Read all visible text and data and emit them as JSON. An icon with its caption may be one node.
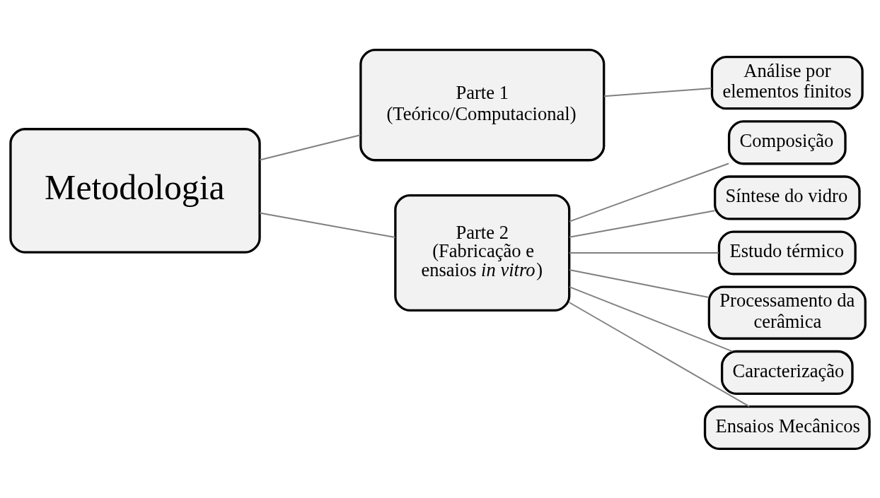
{
  "diagram": {
    "nodes": [
      {
        "text": [
          "Metodologia"
        ]
      },
      {
        "text": [
          "Parte 1",
          "(Teórico/Computacional)"
        ]
      },
      {
        "text": [
          "Parte 2",
          "(Fabricação e ensaios *in vitro*)"
        ]
      },
      {
        "text": [
          "Análise por elementos finitos"
        ]
      },
      {
        "text": [
          "Composição"
        ]
      },
      {
        "text": [
          "Síntese do vidro"
        ]
      },
      {
        "text": [
          "Estudo térmico"
        ]
      },
      {
        "text": [
          "Processamento da cerâmica"
        ]
      },
      {
        "text": [
          "Caracterização"
        ]
      },
      {
        "text": [
          "Ensaios Mecânicos"
        ]
      }
    ],
    "edges": [
      {
        "from": 0,
        "to": 1,
        "arrow": "none"
      },
      {
        "from": 0,
        "to": 2,
        "arrow": "none"
      },
      {
        "from": 1,
        "to": 3,
        "arrow": "none"
      },
      {
        "from": 2,
        "to": 4,
        "arrow": "none"
      },
      {
        "from": 2,
        "to": 5,
        "arrow": "none"
      },
      {
        "from": 2,
        "to": 6,
        "arrow": "none"
      },
      {
        "from": 2,
        "to": 7,
        "arrow": "none"
      },
      {
        "from": 2,
        "to": 8,
        "arrow": "none"
      },
      {
        "from": 2,
        "to": 9,
        "arrow": "none"
      }
    ]
  }
}
